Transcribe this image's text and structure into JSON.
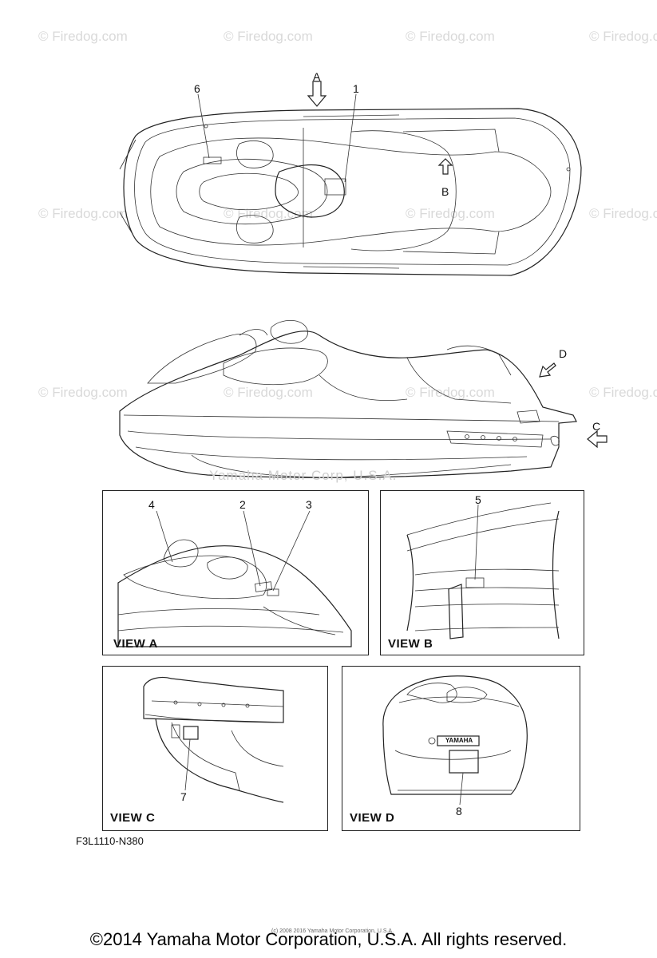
{
  "watermark_text": "© Firedog.com",
  "center_watermark": "Yamaha Motor Corp, U.S.A.",
  "callouts": {
    "a": "A",
    "b": "B",
    "c": "C",
    "d": "D",
    "n1": "1",
    "n2": "2",
    "n3": "3",
    "n4": "4",
    "n5": "5",
    "n6": "6",
    "n7": "7",
    "n8": "8"
  },
  "views": {
    "a": "VIEW A",
    "b": "VIEW B",
    "c": "VIEW C",
    "d": "VIEW D"
  },
  "badge_text": "YAMAHA",
  "part_code": "F3L1110-N380",
  "tiny_copyright": "(c) 2008 2016 Yamaha Motor Corporation, U.S.A.",
  "footer": "©2014 Yamaha Motor Corporation, U.S.A. All rights reserved."
}
